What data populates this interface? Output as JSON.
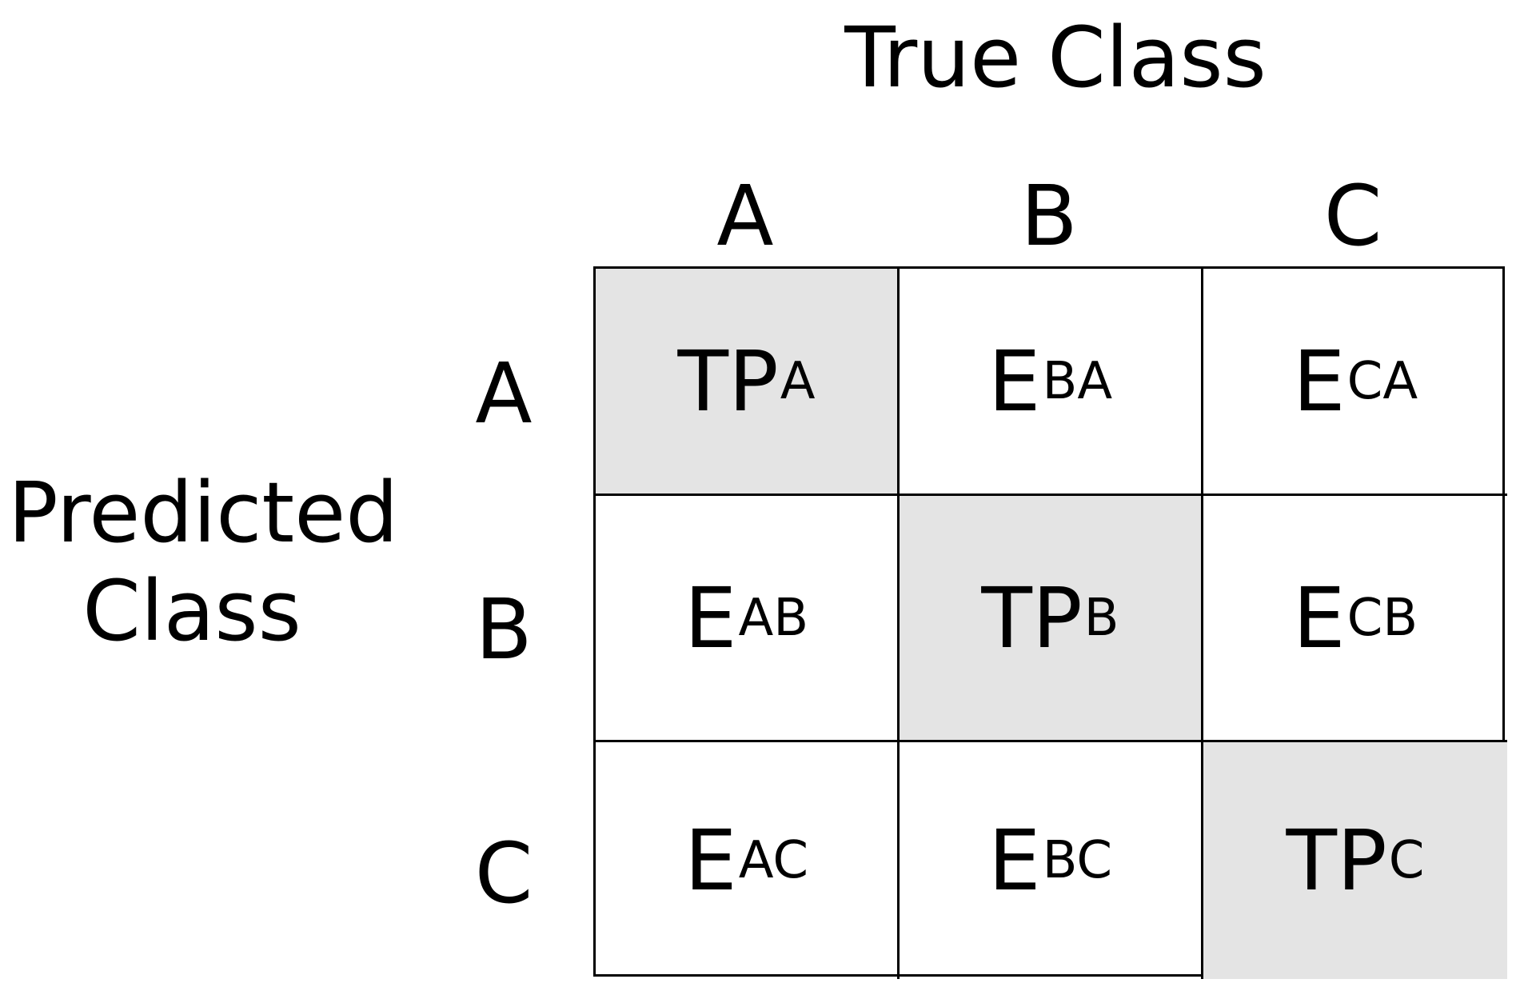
{
  "header": {
    "true_class": "True Class",
    "predicted_class_line1": "Predicted",
    "predicted_class_line2": "Class"
  },
  "columns": [
    "A",
    "B",
    "C"
  ],
  "rows": [
    "A",
    "B",
    "C"
  ],
  "cells": [
    [
      {
        "main": "TP",
        "sub": "A",
        "diagonal": true
      },
      {
        "main": "E",
        "sub": "BA",
        "diagonal": false
      },
      {
        "main": "E",
        "sub": "CA",
        "diagonal": false
      }
    ],
    [
      {
        "main": "E",
        "sub": "AB",
        "diagonal": false
      },
      {
        "main": "TP",
        "sub": "B",
        "diagonal": true
      },
      {
        "main": "E",
        "sub": "CB",
        "diagonal": false
      }
    ],
    [
      {
        "main": "E",
        "sub": "AC",
        "diagonal": false
      },
      {
        "main": "E",
        "sub": "BC",
        "diagonal": false
      },
      {
        "main": "TP",
        "sub": "C",
        "diagonal": true
      }
    ]
  ],
  "colors": {
    "diagonal_fill": "#e4e4e4",
    "line": "#000000",
    "background": "#ffffff"
  }
}
